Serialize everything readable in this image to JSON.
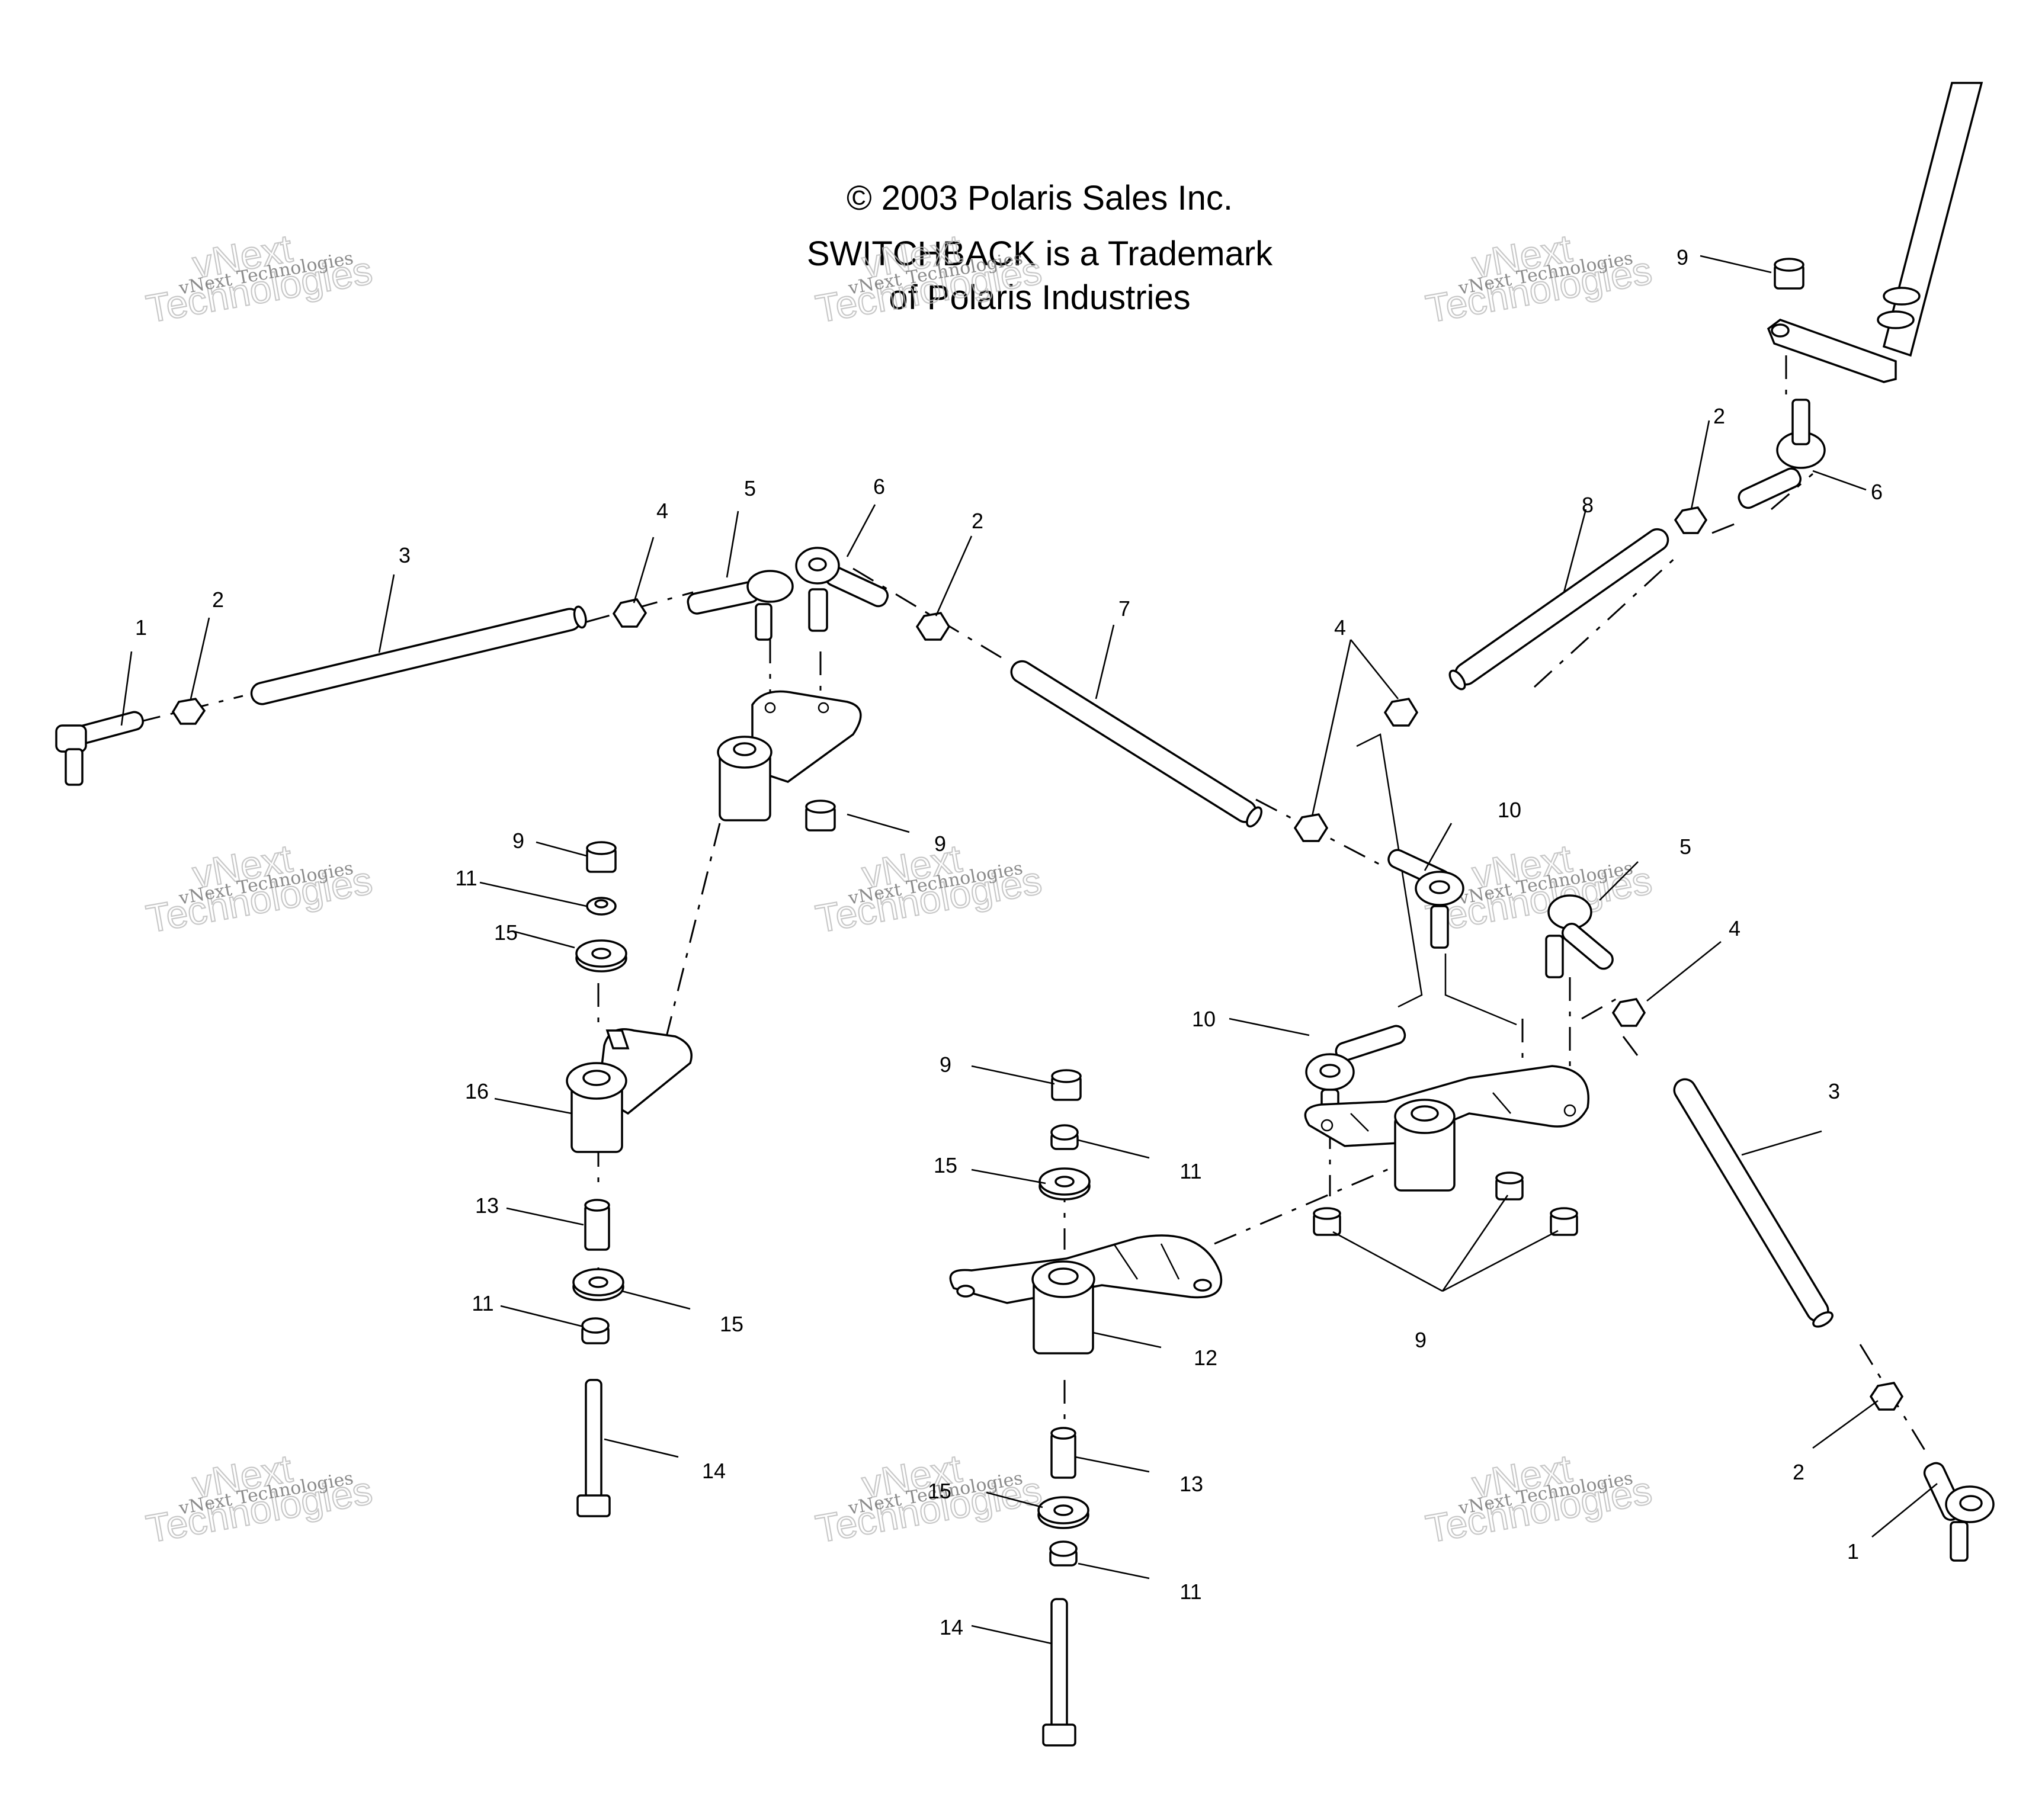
{
  "header": {
    "copyright": "© 2003 Polaris Sales Inc.",
    "trademark_line1": "SWITCHBACK is a Trademark",
    "trademark_line2": "of Polaris Industries"
  },
  "watermark": {
    "small": "vNext Technologies",
    "large_line1": "vNext",
    "large_line2": "Technologies"
  },
  "callouts": [
    "1",
    "2",
    "3",
    "4",
    "5",
    "6",
    "7",
    "8",
    "9",
    "10",
    "11",
    "12",
    "13",
    "14",
    "15",
    "16"
  ]
}
